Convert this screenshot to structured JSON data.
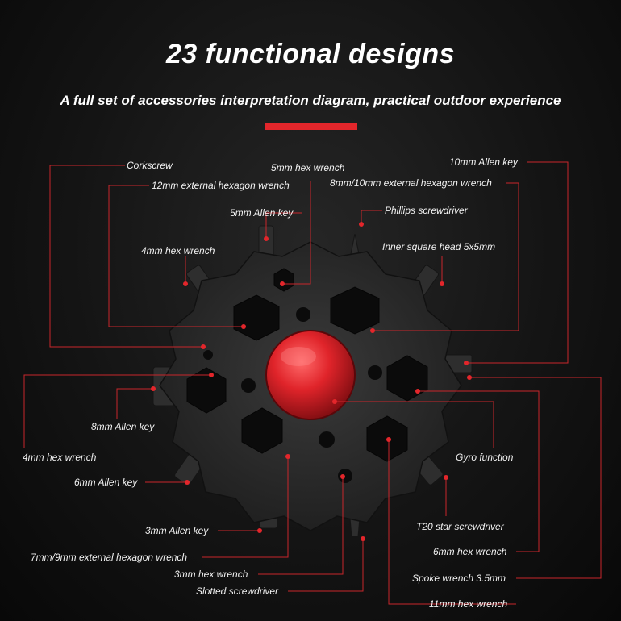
{
  "title": "23 functional designs",
  "subtitle": "A full set of accessories interpretation diagram, practical outdoor experience",
  "colors": {
    "accent": "#e3262b",
    "tool_body": "#2b2b2b",
    "text": "#ffffff"
  },
  "labels": {
    "corkscrew": "Corkscrew",
    "hex5_top": "5mm hex wrench",
    "allen10": "10mm Allen key",
    "ext12": "12mm external hexagon wrench",
    "ext8_10": "8mm/10mm external hexagon wrench",
    "allen5": "5mm Allen key",
    "phillips": "Phillips screwdriver",
    "hex4_top": "4mm hex wrench",
    "inner_sq": "Inner square head 5x5mm",
    "allen8": "8mm Allen key",
    "hex4_left": "4mm hex wrench",
    "gyro": "Gyro function",
    "allen6": "6mm Allen key",
    "t20": "T20 star screwdriver",
    "allen3": "3mm Allen key",
    "hex6": "6mm hex wrench",
    "ext7_9": "7mm/9mm external hexagon wrench",
    "hex3": "3mm hex wrench",
    "spoke": "Spoke wrench 3.5mm",
    "slotted": "Slotted screwdriver",
    "hex11": "11mm hex wrench"
  }
}
